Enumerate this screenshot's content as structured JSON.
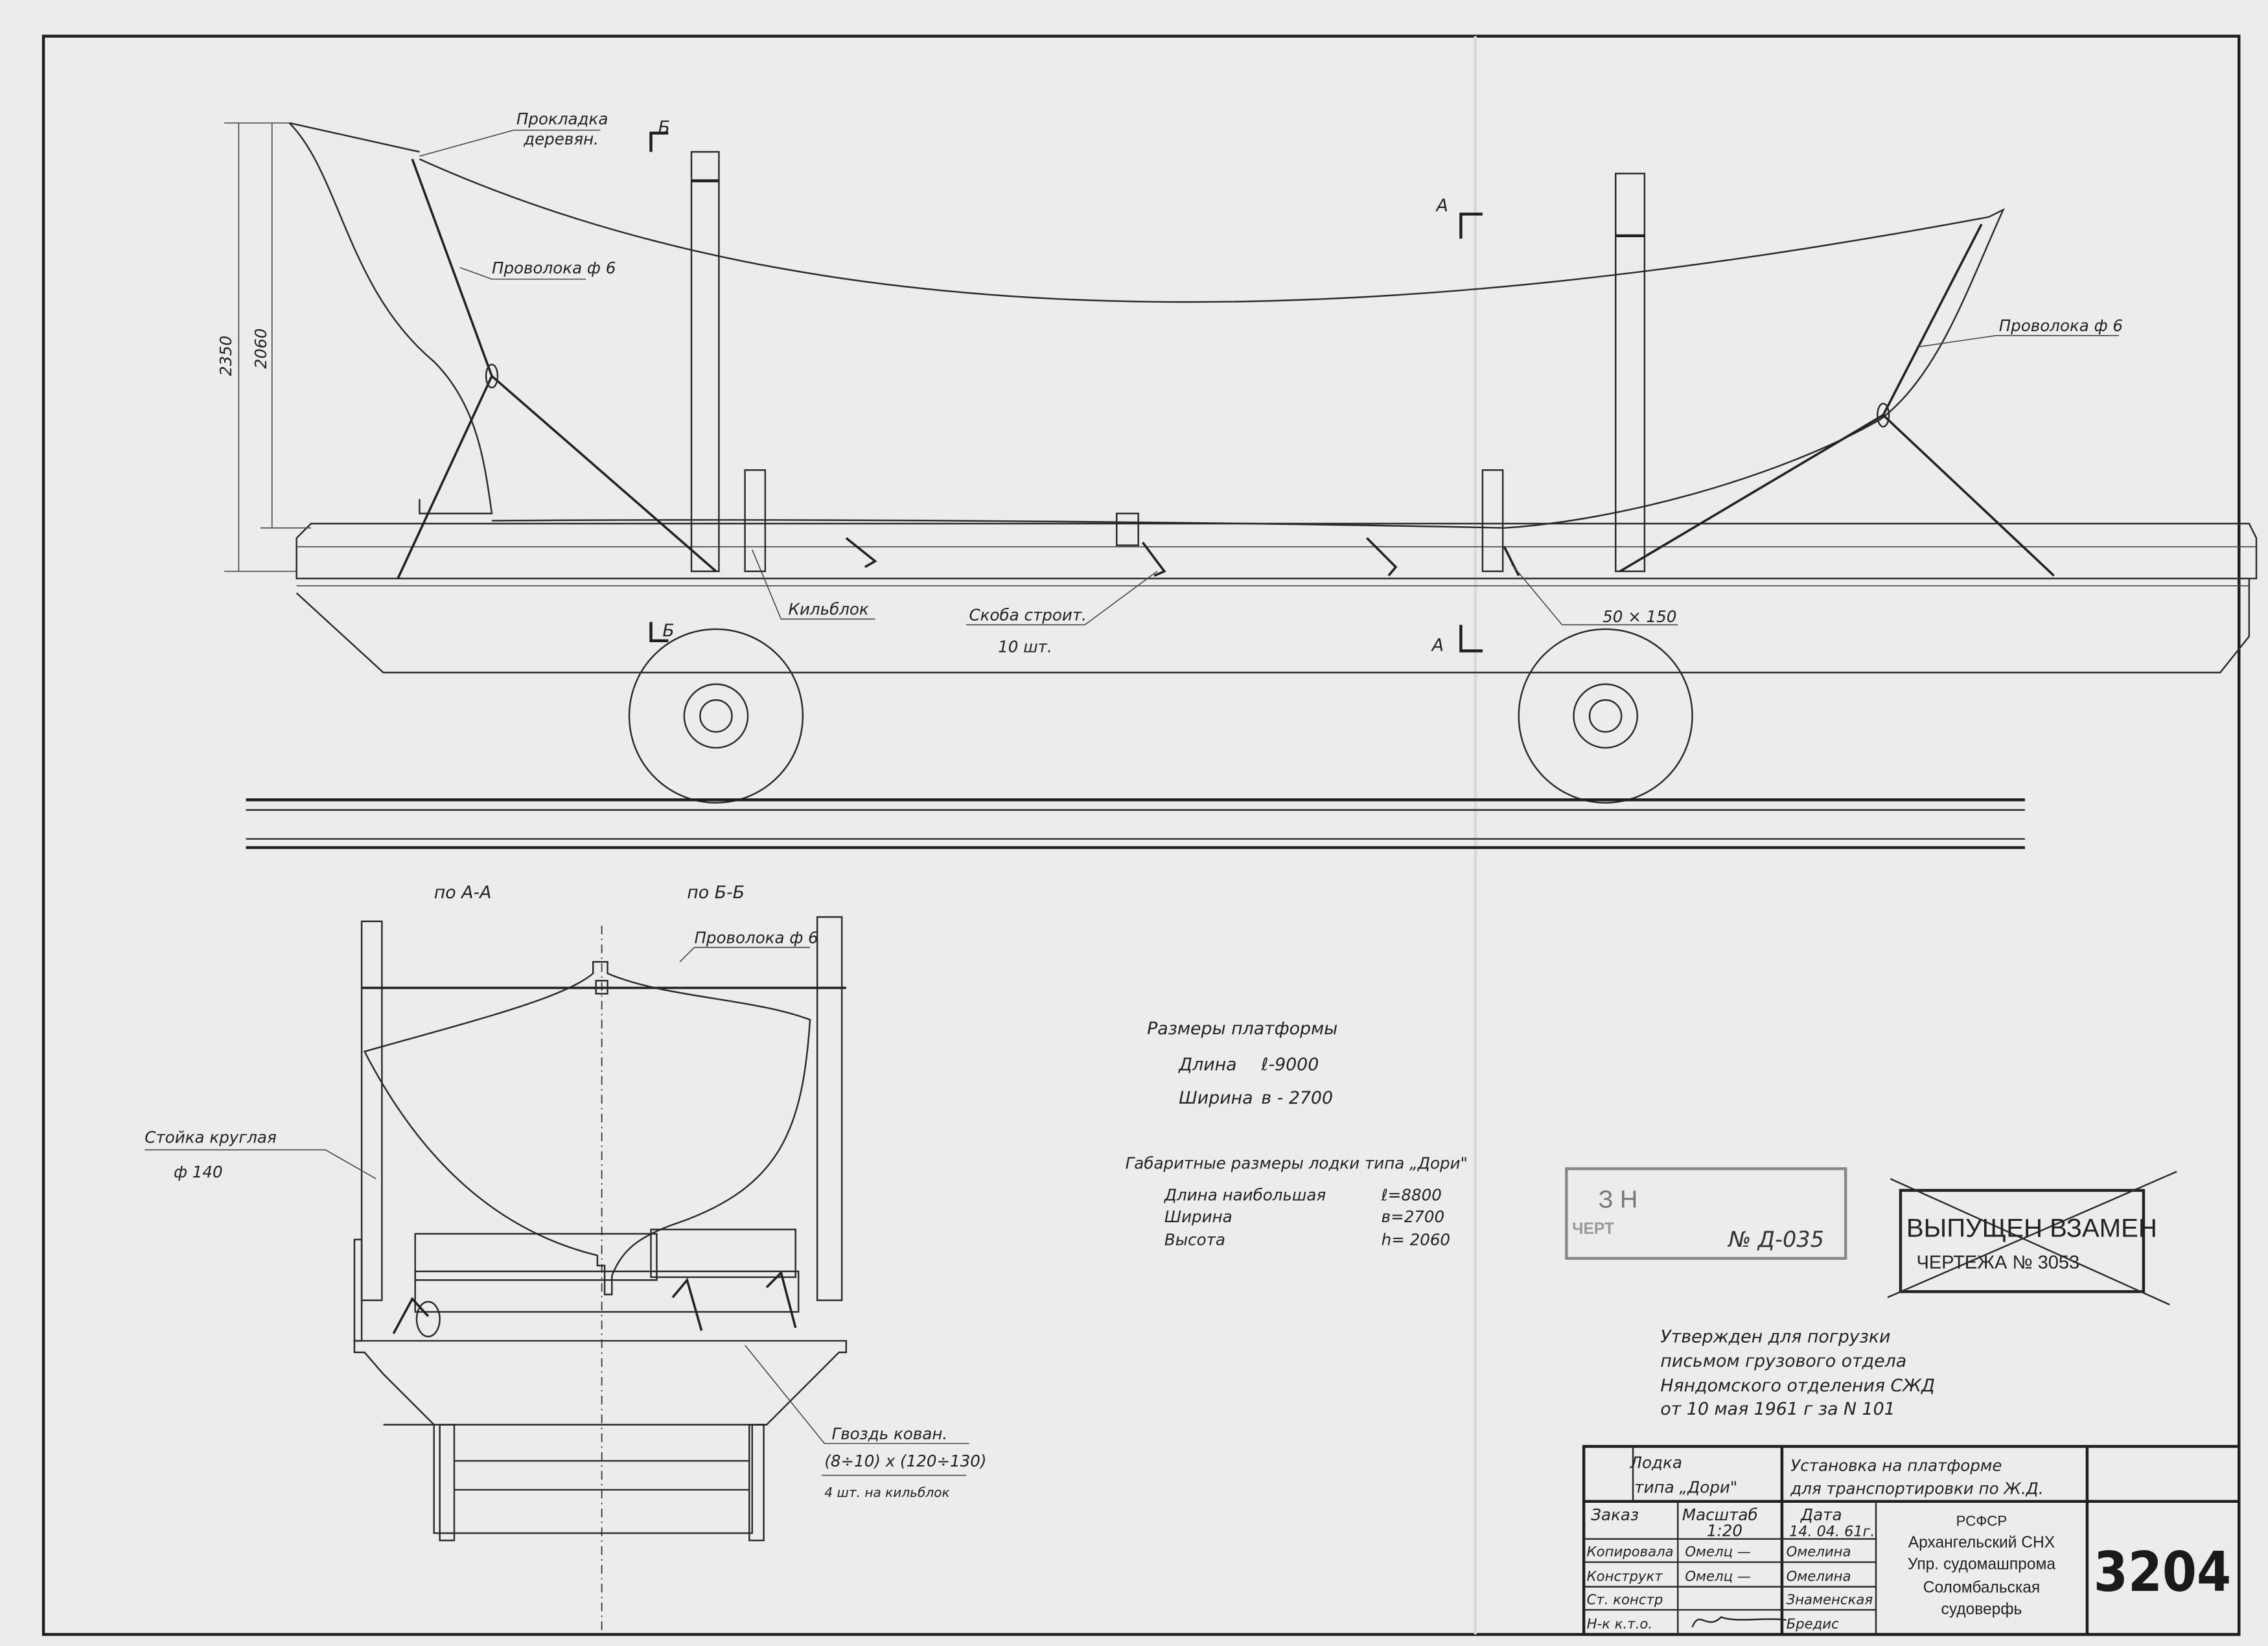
{
  "main_view": {
    "label_gasket": "Прокладка",
    "label_gasket_2": "деревян.",
    "label_wire_left": "Проволока ф 6",
    "label_wire_right": "Проволока ф 6",
    "label_keelblock": "Кильблок",
    "label_staple": "Скоба строит.",
    "label_staple_qty": "10 шт.",
    "label_beam": "50 × 150",
    "dim_overall_height": "2350",
    "dim_boat_height": "2060",
    "section_b_top": "Б",
    "section_b_bottom": "Б",
    "section_a_top": "А",
    "section_a_bottom": "А"
  },
  "section_view": {
    "title_aa": "по А-А",
    "title_bb": "по Б-Б",
    "label_wire": "Проволока ф 6",
    "label_post": "Стойка круглая",
    "label_post_dia": "ф 140",
    "label_nail": "Гвоздь кован.",
    "label_nail_size": "(8÷10) x (120÷130)",
    "label_nail_qty": "4 шт. на кильблок"
  },
  "platform_dims": {
    "title": "Размеры платформы",
    "rows": [
      {
        "name": "Длина",
        "value": "ℓ-9000"
      },
      {
        "name": "Ширина",
        "value": "в - 2700"
      }
    ]
  },
  "boat_dims": {
    "title": "Габаритные размеры лодки типа „Дори\"",
    "rows": [
      {
        "name": "Длина наибольшая",
        "value": "ℓ=8800"
      },
      {
        "name": "Ширина",
        "value": "в=2700"
      },
      {
        "name": "Высота",
        "value": "h= 2060"
      }
    ]
  },
  "stamps": {
    "replaced_line1": "З          Н",
    "replaced_line2": "ЧЕРТ",
    "replaced_number": "№ Д-035",
    "issued_line1": "ВЫПУЩЕН ВЗАМЕН",
    "issued_line2": "ЧЕРТЕЖА № 3053"
  },
  "approval_note": [
    "Утвержден для погрузки",
    "письмом грузового отдела",
    "Няндомского отделения СЖД",
    "от 10 мая 1961 г за N 101"
  ],
  "title_block": {
    "object_line1": "Лодка",
    "object_line2": "типа „Дори\"",
    "title_line1": "Установка на платформе",
    "title_line2": "для транспортировки по Ж.Д.",
    "order_label": "Заказ",
    "scale_label": "Масштаб",
    "scale_value": "1:20",
    "date_label": "Дата",
    "date_value": "14. 04. 61г.",
    "roles": [
      {
        "role": "Копировала",
        "sign": "Омелц —",
        "name": "Омелина"
      },
      {
        "role": "Конструкт",
        "sign": "Омелц —",
        "name": "Омелина"
      },
      {
        "role": "Ст. констр",
        "sign": "",
        "name": "Знаменская"
      },
      {
        "role": "Н-к к.т.о.",
        "sign": "",
        "name": "Бредис"
      }
    ],
    "org_line1": "РСФСР",
    "org_line2": "Архангельский СНХ",
    "org_line3": "Упр. судомашпрома",
    "org_line4": "Соломбальская",
    "org_line5": "судоверфь",
    "drawing_number": "3204"
  }
}
